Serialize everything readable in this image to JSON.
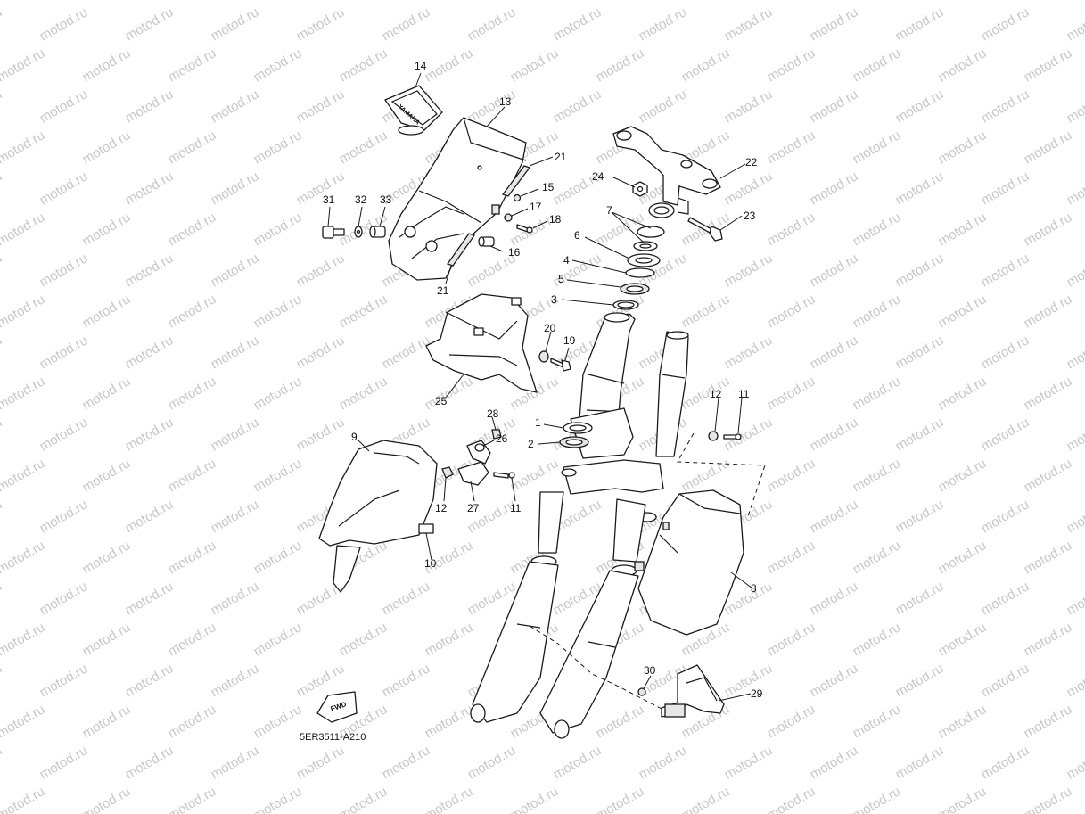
{
  "watermark": {
    "text": "motod.ru"
  },
  "diagram_code": "5ER3511-A210",
  "brand_label": "YAMAHA",
  "fwd_label": "FWD",
  "callouts": {
    "p14": "14",
    "p13": "13",
    "p21a": "21",
    "p15": "15",
    "p17": "17",
    "p18": "18",
    "p31": "31",
    "p32": "32",
    "p33": "33",
    "p16": "16",
    "p21b": "21",
    "p24": "24",
    "p22": "22",
    "p7": "7",
    "p23": "23",
    "p6": "6",
    "p4": "4",
    "p5": "5",
    "p3": "3",
    "p20": "20",
    "p19": "19",
    "p25": "25",
    "p12a": "12",
    "p11a": "11",
    "p1": "1",
    "p2": "2",
    "p28": "28",
    "p9": "9",
    "p26": "26",
    "p12b": "12",
    "p27": "27",
    "p11b": "11",
    "p10": "10",
    "p8": "8",
    "p30": "30",
    "p29": "29"
  }
}
